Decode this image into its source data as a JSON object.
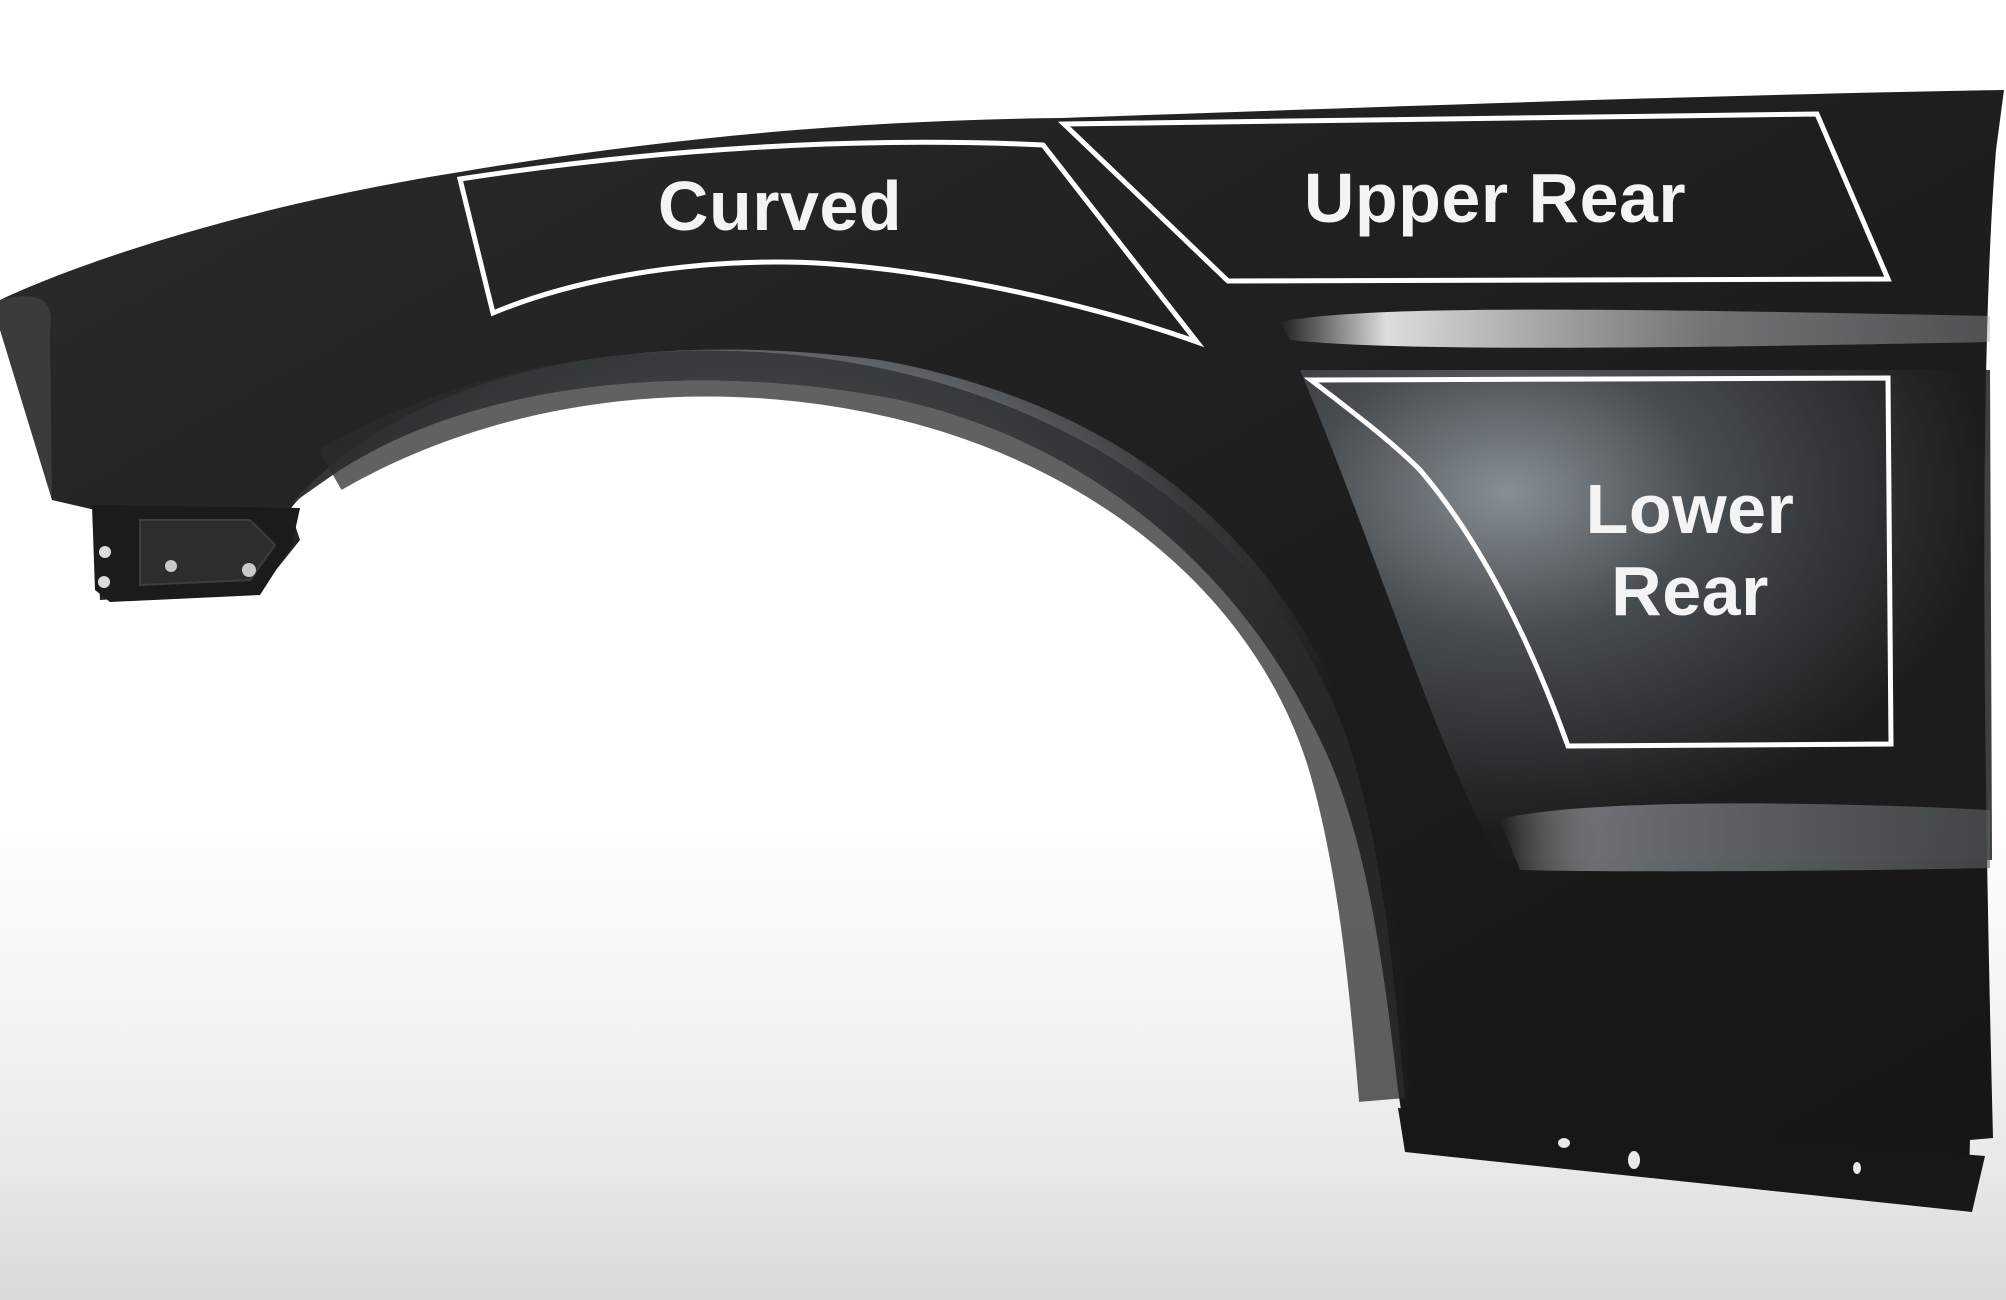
{
  "image": {
    "subject": "Car front fender panel",
    "background_color_top": "#ffffff",
    "background_color_bottom": "#d9d9d9",
    "panel_color": "#1c1d1c",
    "outline_color": "#ffffff"
  },
  "zones": [
    {
      "id": "curved",
      "label": "Curved"
    },
    {
      "id": "upper_rear",
      "label": "Upper Rear"
    },
    {
      "id": "lower_rear",
      "label_line1": "Lower",
      "label_line2": "Rear"
    }
  ]
}
